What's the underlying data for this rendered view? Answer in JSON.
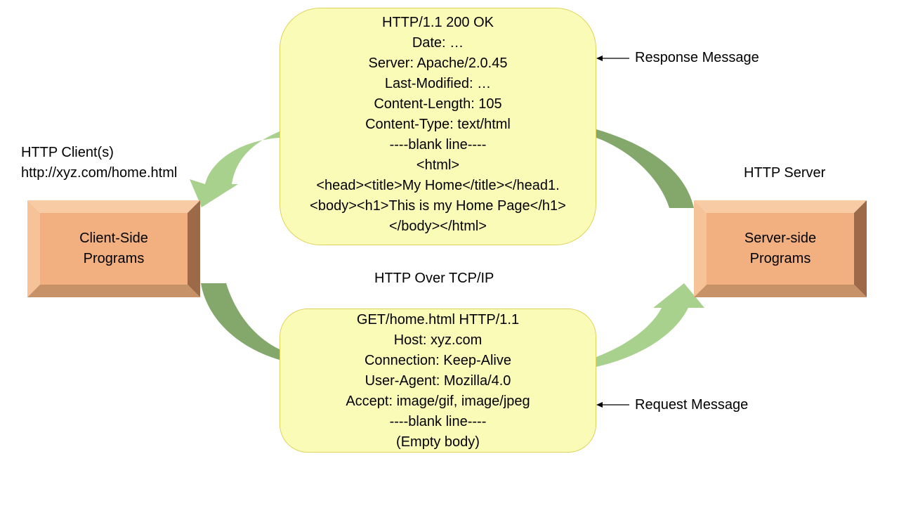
{
  "colors": {
    "message_fill": "#fbfbb8",
    "message_border": "#e0d25c",
    "box_face": "#f2b081",
    "box_top": "#f8cba5",
    "box_left": "#f6c298",
    "box_right": "#9c6a48",
    "box_bottom": "#c79268",
    "arrow_light": "#a9d18e",
    "arrow_dark": "#84a86b"
  },
  "client": {
    "caption_lines": [
      "HTTP Client(s)",
      "http://xyz.com/home.html"
    ],
    "box_lines": [
      "Client-Side",
      "Programs"
    ]
  },
  "server": {
    "caption": "HTTP Server",
    "box_lines": [
      "Server-side",
      "Programs"
    ]
  },
  "transport_label": "HTTP Over TCP/IP",
  "response": {
    "caption": "Response Message",
    "lines": [
      "HTTP/1.1 200 OK",
      "Date: …",
      "Server: Apache/2.0.45",
      "Last-Modified: …",
      "Content-Length: 105",
      "Content-Type: text/html",
      "----blank line----",
      "<html>",
      "<head><title>My Home</title></head1.",
      "<body><h1>This is my Home Page</h1>",
      "</body></html>"
    ]
  },
  "request": {
    "caption": "Request Message",
    "lines": [
      "GET/home.html HTTP/1.1",
      "Host: xyz.com",
      "Connection: Keep-Alive",
      "User-Agent: Mozilla/4.0",
      "Accept: image/gif, image/jpeg",
      "----blank line----",
      "(Empty body)"
    ]
  }
}
